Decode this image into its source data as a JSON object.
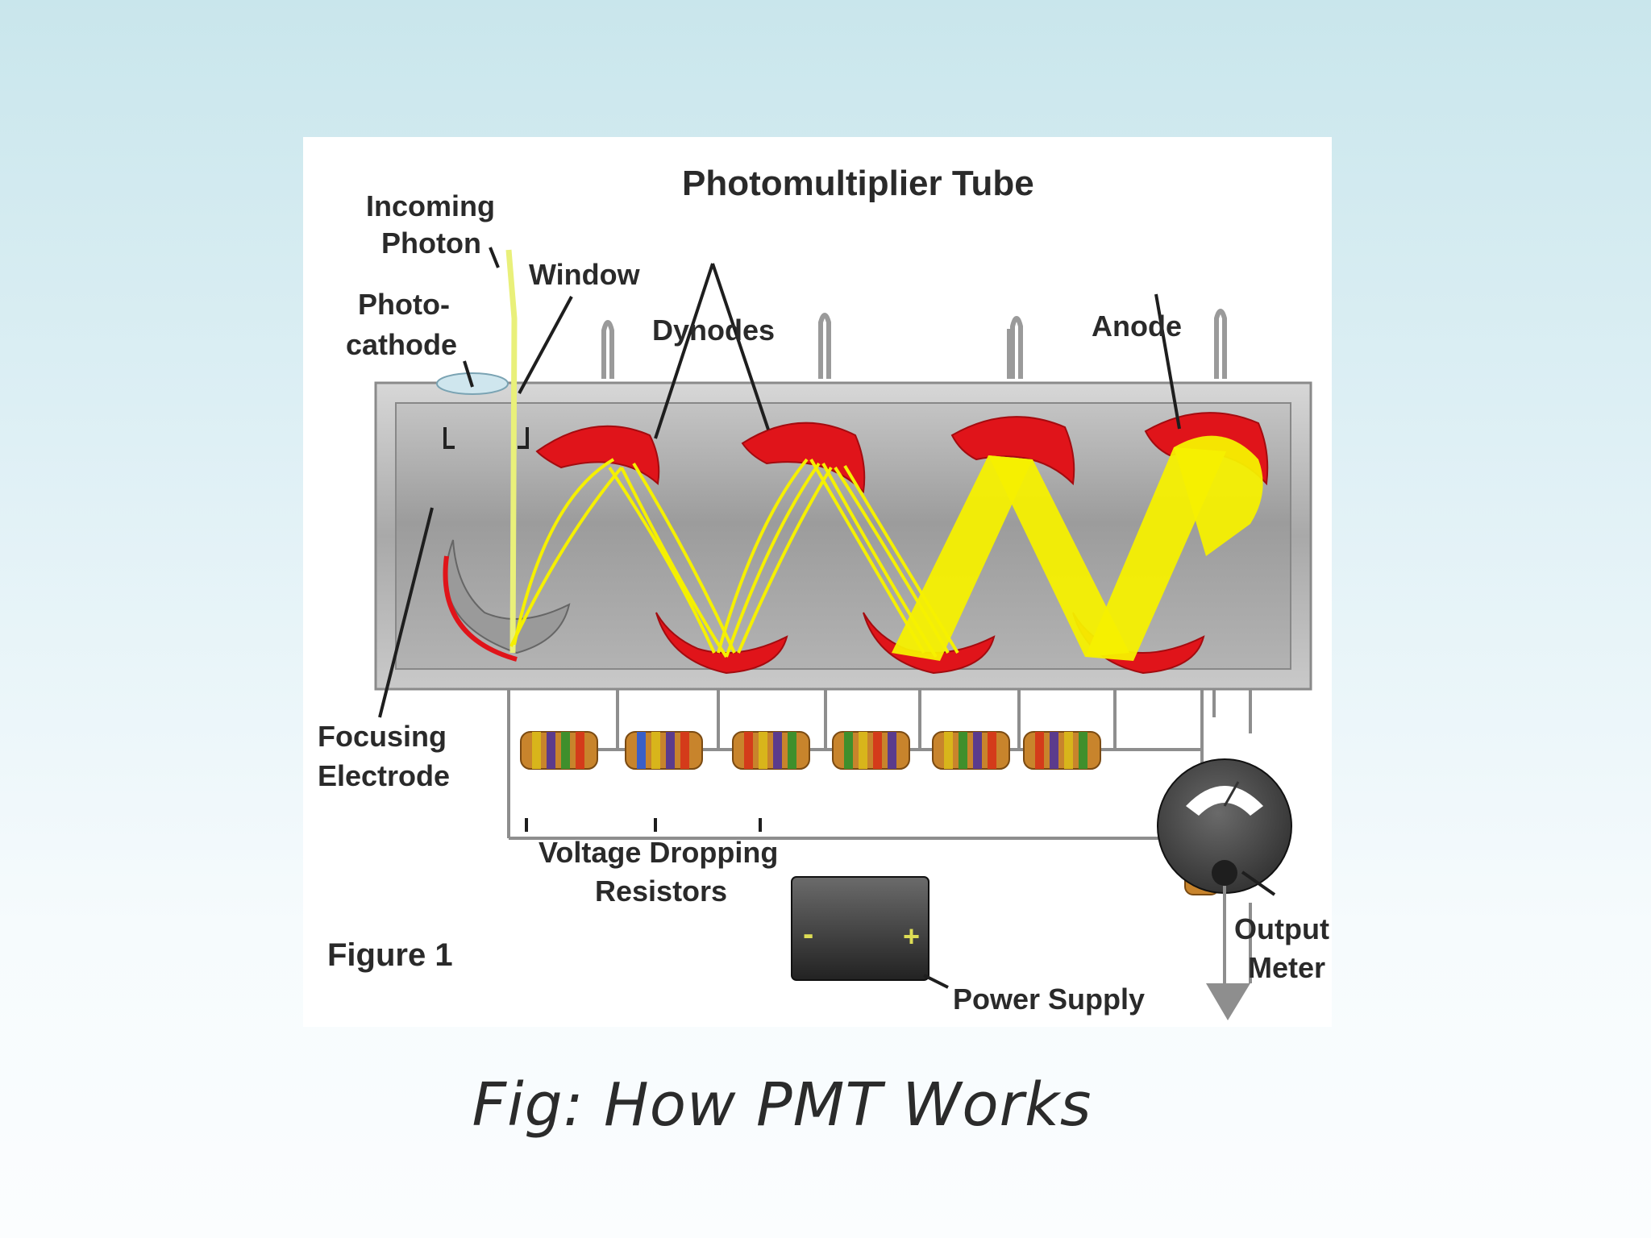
{
  "diagram": {
    "title": "Photomultiplier Tube",
    "labels": {
      "incoming_photon": [
        "Incoming",
        "Photon"
      ],
      "window": "Window",
      "photocathode": [
        "Photo-",
        "cathode"
      ],
      "dynodes": "Dynodes",
      "anode": "Anode",
      "focusing_electrode": [
        "Focusing",
        "Electrode"
      ],
      "voltage_dropping_resistors": [
        "Voltage Dropping",
        "Resistors"
      ],
      "figure_number": "Figure 1",
      "power_supply": "Power Supply",
      "output_meter": [
        "Output",
        "Meter"
      ],
      "battery_minus": "-",
      "battery_plus": "+"
    },
    "colors": {
      "tube": "#bdbdbd",
      "dynode": "#e0141a",
      "electron_paths": "#f5f000",
      "photon_beam": "#e9f07a"
    }
  },
  "caption": "Fig: How PMT Works"
}
